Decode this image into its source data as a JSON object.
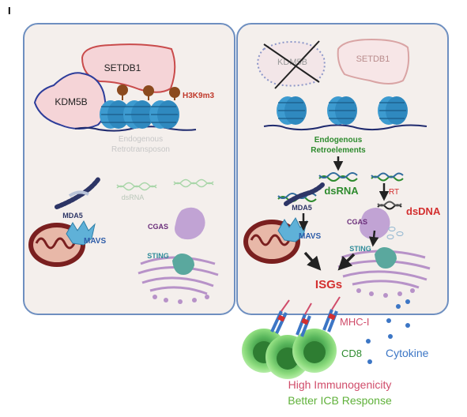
{
  "figure": {
    "panel_letter": "I"
  },
  "left_panel": {
    "setdb1": "SETDB1",
    "kdm5b": "KDM5B",
    "h3k9m3": "H3K9m3",
    "retro_line1": "Endogenous",
    "retro_line2": "Retrotransposon",
    "mda5": "MDA5",
    "dsrna": "dsRNA",
    "mavs": "MAVS",
    "cgas": "CGAS",
    "sting": "STING"
  },
  "right_panel": {
    "kdm5b": "KDM5B",
    "setdb1": "SETDB1",
    "retro_line1": "Endogenous",
    "retro_line2": "Retroelements",
    "dsrna": "dsRNA",
    "rt": "RT",
    "dsdna": "dsDNA",
    "mda5": "MDA5",
    "cgas": "CGAS",
    "mavs": "MAVS",
    "sting": "STING",
    "isgs": "ISGs"
  },
  "bottom": {
    "mhc": "MHC-I",
    "cd8": "CD8",
    "cytokine": "Cytokine",
    "line1": "High  Immunogenicity",
    "line2": "Better ICB Response"
  },
  "colors": {
    "panel_fill": "#f4efec",
    "panel_border": "#6e8fc0",
    "kdm5b": "#f5d4d7",
    "kdm5b_border": "#2d3d9a",
    "setdb1": "#f5d4d7",
    "setdb1_border": "#c94b4b",
    "nucleosome": "#3d9bd0",
    "methyl": "#8b4a1e",
    "mito": "#7a1f1f",
    "mavs": "#5fb1d8",
    "cgas": "#c1a3d4",
    "sting": "#5aa89e",
    "er": "#b792c8",
    "green_text": "#2e8b2e",
    "red_text": "#d32f2f",
    "blue_text": "#3c76c5",
    "cd8_cell": "#7ed36e"
  }
}
